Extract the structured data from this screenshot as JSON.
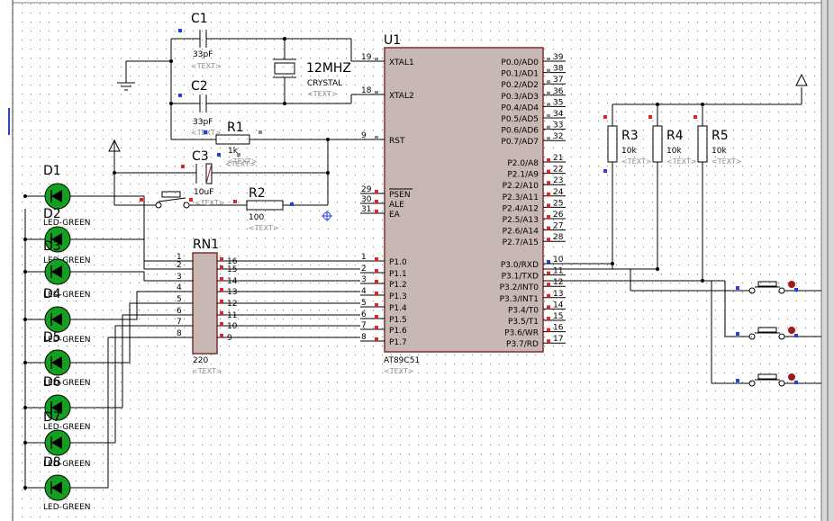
{
  "colors": {
    "chip_fill": "#c8b8b4",
    "chip_stroke": "#7a3030",
    "led_green": "#13a01e",
    "pin_red": "#e0242c",
    "pin_blue": "#2a3ee0",
    "grid_dot": "#707070",
    "text_placeholder": "#8c8c8c"
  },
  "text_placeholder": "<TEXT>",
  "u1": {
    "ref": "U1",
    "part": "AT89C51",
    "left_pins": [
      {
        "num": "19",
        "name": "XTAL1"
      },
      {
        "num": "18",
        "name": "XTAL2"
      },
      {
        "num": "9",
        "name": "RST"
      },
      {
        "num": "29",
        "name": "PSEN"
      },
      {
        "num": "30",
        "name": "ALE"
      },
      {
        "num": "31",
        "name": "EA"
      },
      {
        "num": "1",
        "name": "P1.0"
      },
      {
        "num": "2",
        "name": "P1.1"
      },
      {
        "num": "3",
        "name": "P1.2"
      },
      {
        "num": "4",
        "name": "P1.3"
      },
      {
        "num": "5",
        "name": "P1.4"
      },
      {
        "num": "6",
        "name": "P1.5"
      },
      {
        "num": "7",
        "name": "P1.6"
      },
      {
        "num": "8",
        "name": "P1.7"
      }
    ],
    "p0": [
      {
        "num": "39",
        "name": "P0.0/AD0"
      },
      {
        "num": "38",
        "name": "P0.1/AD1"
      },
      {
        "num": "37",
        "name": "P0.2/AD2"
      },
      {
        "num": "36",
        "name": "P0.3/AD3"
      },
      {
        "num": "35",
        "name": "P0.4/AD4"
      },
      {
        "num": "34",
        "name": "P0.5/AD5"
      },
      {
        "num": "33",
        "name": "P0.6/AD6"
      },
      {
        "num": "32",
        "name": "P0.7/AD7"
      }
    ],
    "p2": [
      {
        "num": "21",
        "name": "P2.0/A8"
      },
      {
        "num": "22",
        "name": "P2.1/A9"
      },
      {
        "num": "23",
        "name": "P2.2/A10"
      },
      {
        "num": "24",
        "name": "P2.3/A11"
      },
      {
        "num": "25",
        "name": "P2.4/A12"
      },
      {
        "num": "26",
        "name": "P2.5/A13"
      },
      {
        "num": "27",
        "name": "P2.6/A14"
      },
      {
        "num": "28",
        "name": "P2.7/A15"
      }
    ],
    "p3": [
      {
        "num": "10",
        "name": "P3.0/RXD"
      },
      {
        "num": "11",
        "name": "P3.1/TXD"
      },
      {
        "num": "12",
        "name": "P3.2/INT0"
      },
      {
        "num": "13",
        "name": "P3.3/INT1"
      },
      {
        "num": "14",
        "name": "P3.4/T0"
      },
      {
        "num": "15",
        "name": "P3.5/T1"
      },
      {
        "num": "16",
        "name": "P3.6/WR"
      },
      {
        "num": "17",
        "name": "P3.7/RD"
      }
    ]
  },
  "c1": {
    "ref": "C1",
    "value": "33pF"
  },
  "c2": {
    "ref": "C2",
    "value": "33pF"
  },
  "c3": {
    "ref": "C3",
    "value": "10uF"
  },
  "x1": {
    "value": "12MHZ",
    "type": "CRYSTAL"
  },
  "r1": {
    "ref": "R1",
    "value": "1k"
  },
  "r2": {
    "ref": "R2",
    "value": "100"
  },
  "r3": {
    "ref": "R3",
    "value": "10k"
  },
  "r4": {
    "ref": "R4",
    "value": "10k"
  },
  "r5": {
    "ref": "R5",
    "value": "10k"
  },
  "rn1": {
    "ref": "RN1",
    "value": "220",
    "left_pins": [
      "1",
      "2",
      "3",
      "4",
      "5",
      "6",
      "7",
      "8"
    ],
    "right_pins": [
      "16",
      "15",
      "14",
      "13",
      "12",
      "11",
      "10",
      "9"
    ]
  },
  "leds": [
    {
      "ref": "D1",
      "label": "LED-GREEN"
    },
    {
      "ref": "D2",
      "label": "LED-GREEN"
    },
    {
      "ref": "D3",
      "label": "LED-GREEN"
    },
    {
      "ref": "D4",
      "label": "LED-GREEN"
    },
    {
      "ref": "D5",
      "label": "LED-GREEN"
    },
    {
      "ref": "D6",
      "label": "LED-GREEN"
    },
    {
      "ref": "D7",
      "label": "LED-GREEN"
    },
    {
      "ref": "D8",
      "label": "LED-GREEN"
    }
  ]
}
